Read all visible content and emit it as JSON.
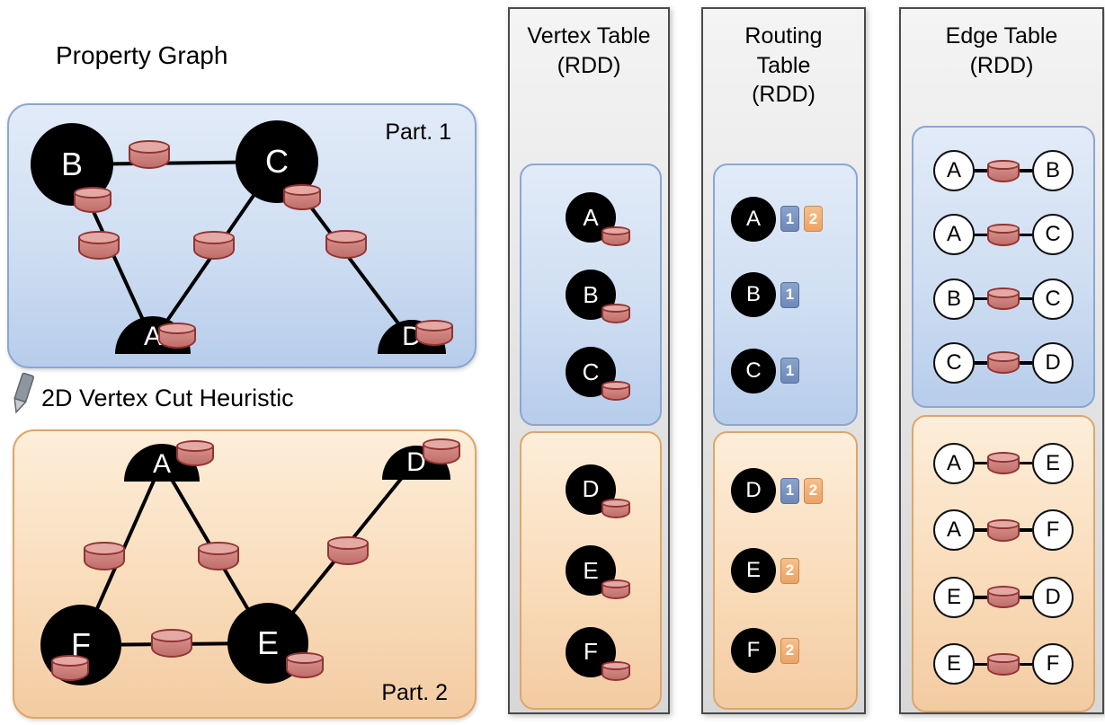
{
  "left_panel": {
    "title": "Property Graph",
    "heuristic_label": "2D Vertex Cut Heuristic",
    "part1": {
      "label": "Part. 1",
      "vertices": {
        "b": "B",
        "c": "C",
        "a": "A",
        "d": "D"
      },
      "edges": [
        [
          "B",
          "C"
        ],
        [
          "B",
          "A"
        ],
        [
          "C",
          "A"
        ],
        [
          "C",
          "D"
        ]
      ]
    },
    "part2": {
      "label": "Part. 2",
      "vertices": {
        "a": "A",
        "d": "D",
        "f": "F",
        "e": "E"
      },
      "edges": [
        [
          "A",
          "F"
        ],
        [
          "A",
          "E"
        ],
        [
          "F",
          "E"
        ],
        [
          "E",
          "D"
        ]
      ]
    }
  },
  "vertex_table": {
    "title_line1": "Vertex Table",
    "title_line2": "(RDD)",
    "partition1": [
      "A",
      "B",
      "C"
    ],
    "partition2": [
      "D",
      "E",
      "F"
    ]
  },
  "routing_table": {
    "title_line1": "Routing",
    "title_line2": "Table",
    "title_line3": "(RDD)",
    "partition1": [
      {
        "vertex": "A",
        "partitions": [
          "1",
          "2"
        ]
      },
      {
        "vertex": "B",
        "partitions": [
          "1"
        ]
      },
      {
        "vertex": "C",
        "partitions": [
          "1"
        ]
      }
    ],
    "partition2": [
      {
        "vertex": "D",
        "partitions": [
          "1",
          "2"
        ]
      },
      {
        "vertex": "E",
        "partitions": [
          "2"
        ]
      },
      {
        "vertex": "F",
        "partitions": [
          "2"
        ]
      }
    ]
  },
  "edge_table": {
    "title_line1": "Edge Table",
    "title_line2": "(RDD)",
    "partition1": [
      {
        "src": "A",
        "dst": "B"
      },
      {
        "src": "A",
        "dst": "C"
      },
      {
        "src": "B",
        "dst": "C"
      },
      {
        "src": "C",
        "dst": "D"
      }
    ],
    "partition2": [
      {
        "src": "A",
        "dst": "E"
      },
      {
        "src": "A",
        "dst": "F"
      },
      {
        "src": "E",
        "dst": "D"
      },
      {
        "src": "E",
        "dst": "F"
      }
    ]
  },
  "colors": {
    "partition1_fill": "#cfdef2",
    "partition1_border": "#8ba6d3",
    "partition2_fill": "#f9dcba",
    "partition2_border": "#dca76a",
    "vertex_fill": "#000000",
    "cylinder_fill": "#d8918d",
    "cylinder_border": "#913432",
    "badge_partition1": "#6d89b8",
    "badge_partition2": "#eda266",
    "column_fill": "#e8e8e8"
  }
}
